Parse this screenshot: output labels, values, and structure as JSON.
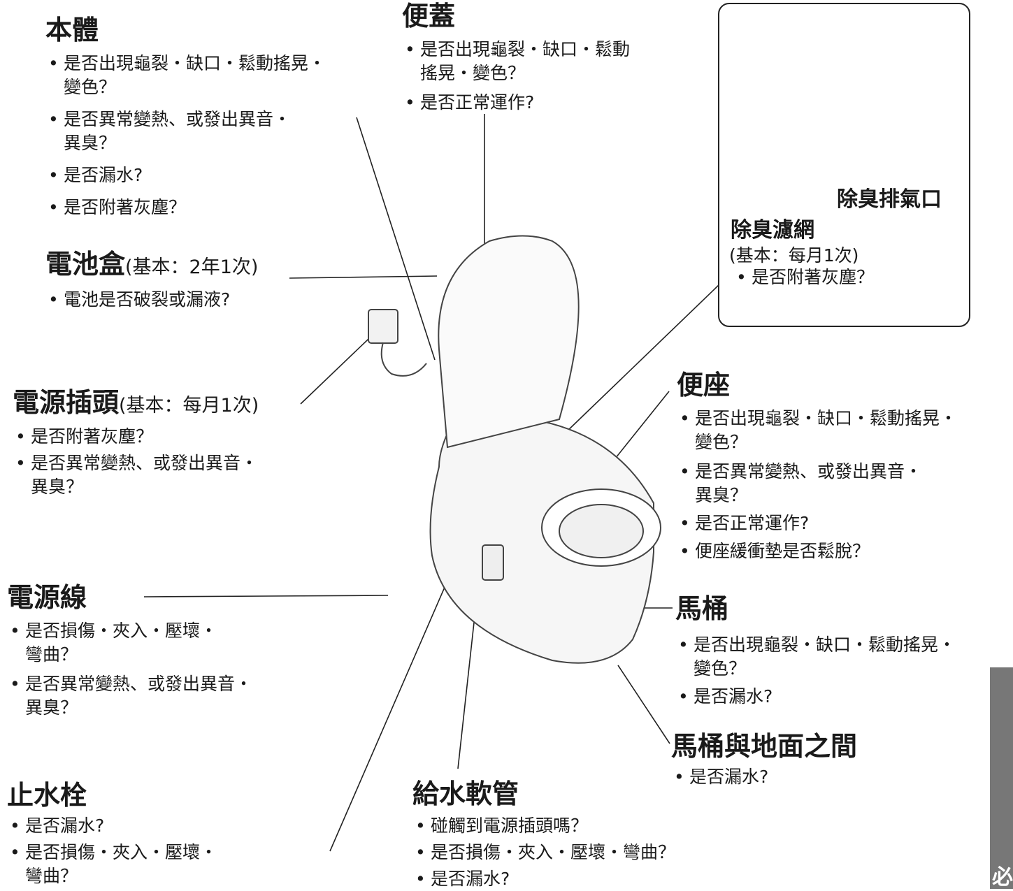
{
  "body": {
    "title": "本體",
    "items": [
      "是否出現龜裂・缺口・鬆動搖晃・",
      "變色？",
      "是否異常變熱、或發出異音・",
      "異臭？",
      "是否漏水?",
      "是否附著灰塵？"
    ]
  },
  "lid": {
    "title": "便蓋",
    "items": [
      "是否出現龜裂・缺口・鬆動",
      "搖晃・變色？",
      "是否正常運作?"
    ]
  },
  "battery": {
    "title": "電池盒",
    "sub": "(基本：2年1次)",
    "items": [
      "電池是否破裂或漏液?"
    ]
  },
  "plug": {
    "title": "電源插頭",
    "sub": "(基本：每月1次)",
    "items": [
      "是否附著灰塵？",
      "是否異常變熱、或發出異音・",
      "異臭？"
    ]
  },
  "cord": {
    "title": "電源線",
    "items": [
      "是否損傷・夾入・壓壞・",
      "彎曲？",
      "是否異常變熱、或發出異音・",
      "異臭？"
    ]
  },
  "valve": {
    "title": "止水栓",
    "items": [
      "是否漏水?",
      "是否損傷・夾入・壓壞・",
      "彎曲？"
    ]
  },
  "hose": {
    "title": "給水軟管",
    "items": [
      "碰觸到電源插頭嗎？",
      "是否損傷・夾入・壓壞・彎曲？",
      "是否漏水?"
    ]
  },
  "seat": {
    "title": "便座",
    "items": [
      "是否出現龜裂・缺口・鬆動搖晃・",
      "變色？",
      "是否異常變熱、或發出異音・",
      "異臭？",
      "是否正常運作?",
      "便座緩衝墊是否鬆脫？"
    ]
  },
  "bowl": {
    "title": "馬桶",
    "items": [
      "是否出現龜裂・缺口・鬆動搖晃・",
      "變色？",
      "是否漏水?"
    ]
  },
  "floor": {
    "title": "馬桶與地面之間",
    "items": [
      "是否漏水?"
    ]
  },
  "inset": {
    "exhaust": "除臭排氣口",
    "filter": "除臭濾網",
    "sub": "(基本：每月1次)",
    "item": "是否附著灰塵？"
  },
  "tab": {
    "text": "必"
  }
}
